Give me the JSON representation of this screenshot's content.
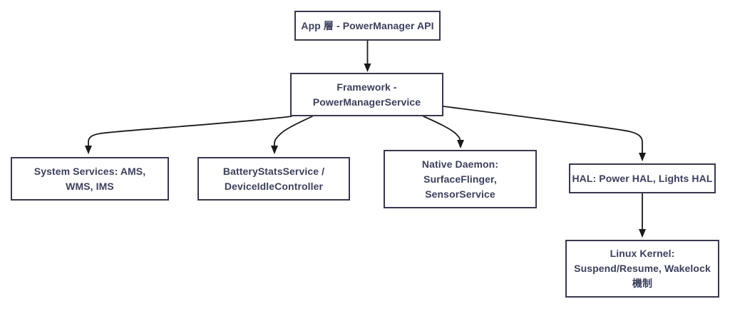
{
  "diagram": {
    "type": "flowchart",
    "direction": "top-down",
    "nodes": [
      {
        "id": "app",
        "label": "App 層 - PowerManager API"
      },
      {
        "id": "framework",
        "label": "Framework -\nPowerManagerService"
      },
      {
        "id": "system",
        "label": "System Services: AMS,\nWMS, IMS"
      },
      {
        "id": "battery",
        "label": "BatteryStatsService /\nDeviceIdleController"
      },
      {
        "id": "native",
        "label": "Native Daemon:\nSurfaceFlinger,\nSensorService"
      },
      {
        "id": "hal",
        "label": "HAL: Power HAL, Lights HAL"
      },
      {
        "id": "kernel",
        "label": "Linux Kernel:\nSuspend/Resume, Wakelock\n機制"
      }
    ],
    "edges": [
      {
        "from": "app",
        "to": "framework"
      },
      {
        "from": "framework",
        "to": "system"
      },
      {
        "from": "framework",
        "to": "battery"
      },
      {
        "from": "framework",
        "to": "native"
      },
      {
        "from": "framework",
        "to": "hal"
      },
      {
        "from": "hal",
        "to": "kernel"
      }
    ],
    "colors": {
      "background": "#ffffff",
      "node_fill": "#ffffff",
      "node_border": "#38394f",
      "text": "#3b3f5c",
      "edge": "#1a1a1a"
    }
  }
}
